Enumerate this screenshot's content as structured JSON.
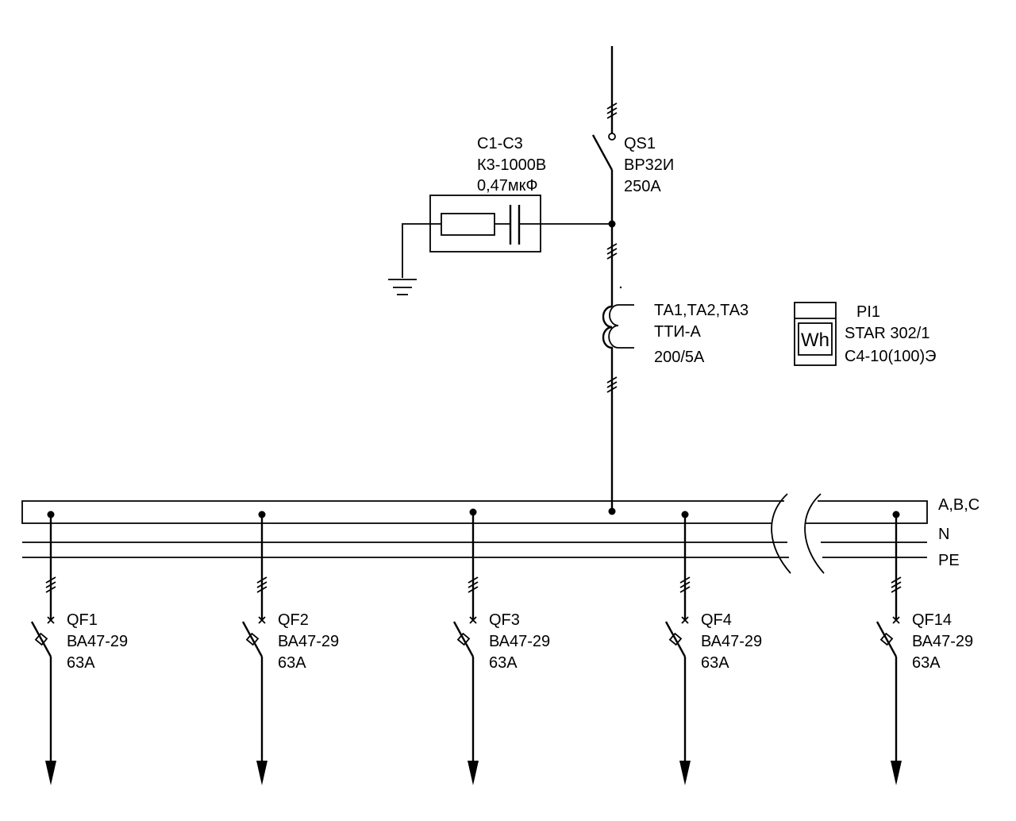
{
  "main_switch": {
    "designation": "QS1",
    "type": "ВР32И",
    "rating": "250А"
  },
  "surge_capacitors": {
    "designation": "С1-С3",
    "type": "К3-1000В",
    "value": "0,47мкФ"
  },
  "current_transformers": {
    "designation": "ТА1,ТА2,ТА3",
    "type": "ТТИ-А",
    "ratio": "200/5А"
  },
  "meter": {
    "designation": "PI1",
    "symbol": "Wh",
    "type": "STAR 302/1",
    "rating": "С4-10(100)Э"
  },
  "busbars": {
    "phases": "A,B,C",
    "neutral": "N",
    "protective": "PE"
  },
  "breakers": [
    {
      "designation": "QF1",
      "type": "ВА47-29",
      "rating": "63А"
    },
    {
      "designation": "QF2",
      "type": "ВА47-29",
      "rating": "63А"
    },
    {
      "designation": "QF3",
      "type": "ВА47-29",
      "rating": "63А"
    },
    {
      "designation": "QF4",
      "type": "ВА47-29",
      "rating": "63А"
    },
    {
      "designation": "QF14",
      "type": "ВА47-29",
      "rating": "63А"
    }
  ]
}
